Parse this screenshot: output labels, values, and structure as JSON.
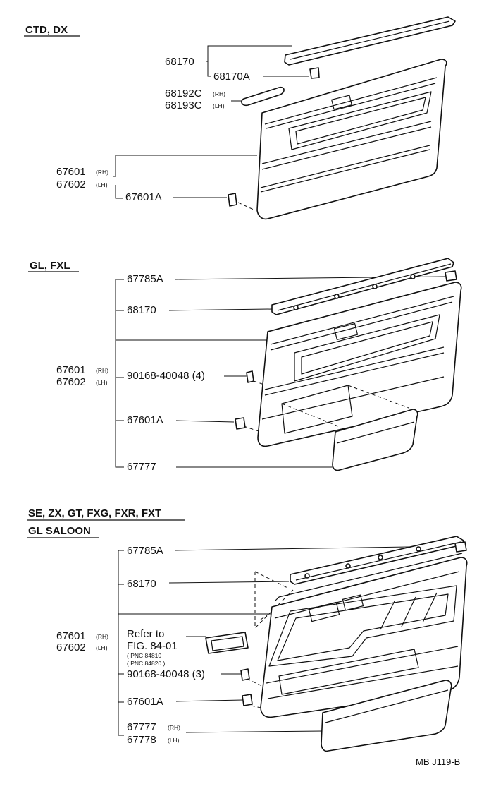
{
  "sections": [
    {
      "heading": "CTD, DX",
      "labels": {
        "p68170": "68170",
        "p68170A": "68170A",
        "p68192C": "68192C",
        "p68192C_side": "(RH)",
        "p68193C": "68193C",
        "p68193C_side": "(LH)",
        "p67601": "67601",
        "p67601_side": "(RH)",
        "p67602": "67602",
        "p67602_side": "(LH)",
        "p67601A": "67601A"
      }
    },
    {
      "heading": "GL, FXL",
      "labels": {
        "p67785A": "67785A",
        "p68170": "68170",
        "p67601": "67601",
        "p67601_side": "(RH)",
        "p67602": "67602",
        "p67602_side": "(LH)",
        "p90168": "90168-40048 (4)",
        "p67601A": "67601A",
        "p67777": "67777"
      }
    },
    {
      "heading_line1": "SE, ZX, GT, FXG, FXR, FXT",
      "heading_line2": "GL SALOON",
      "labels": {
        "p67785A": "67785A",
        "p68170": "68170",
        "p67601": "67601",
        "p67601_side": "(RH)",
        "p67602": "67602",
        "p67602_side": "(LH)",
        "refer_to": "Refer to",
        "fig": "FIG. 84-01",
        "pnc1": "( PNC 84810",
        "pnc2": "( PNC 84820 )",
        "p90168": "90168-40048 (3)",
        "p67601A": "67601A",
        "p67777": "67777",
        "p67777_side": "(RH)",
        "p67778": "67778",
        "p67778_side": "(LH)"
      }
    }
  ],
  "footer_code": "MB J119-B"
}
